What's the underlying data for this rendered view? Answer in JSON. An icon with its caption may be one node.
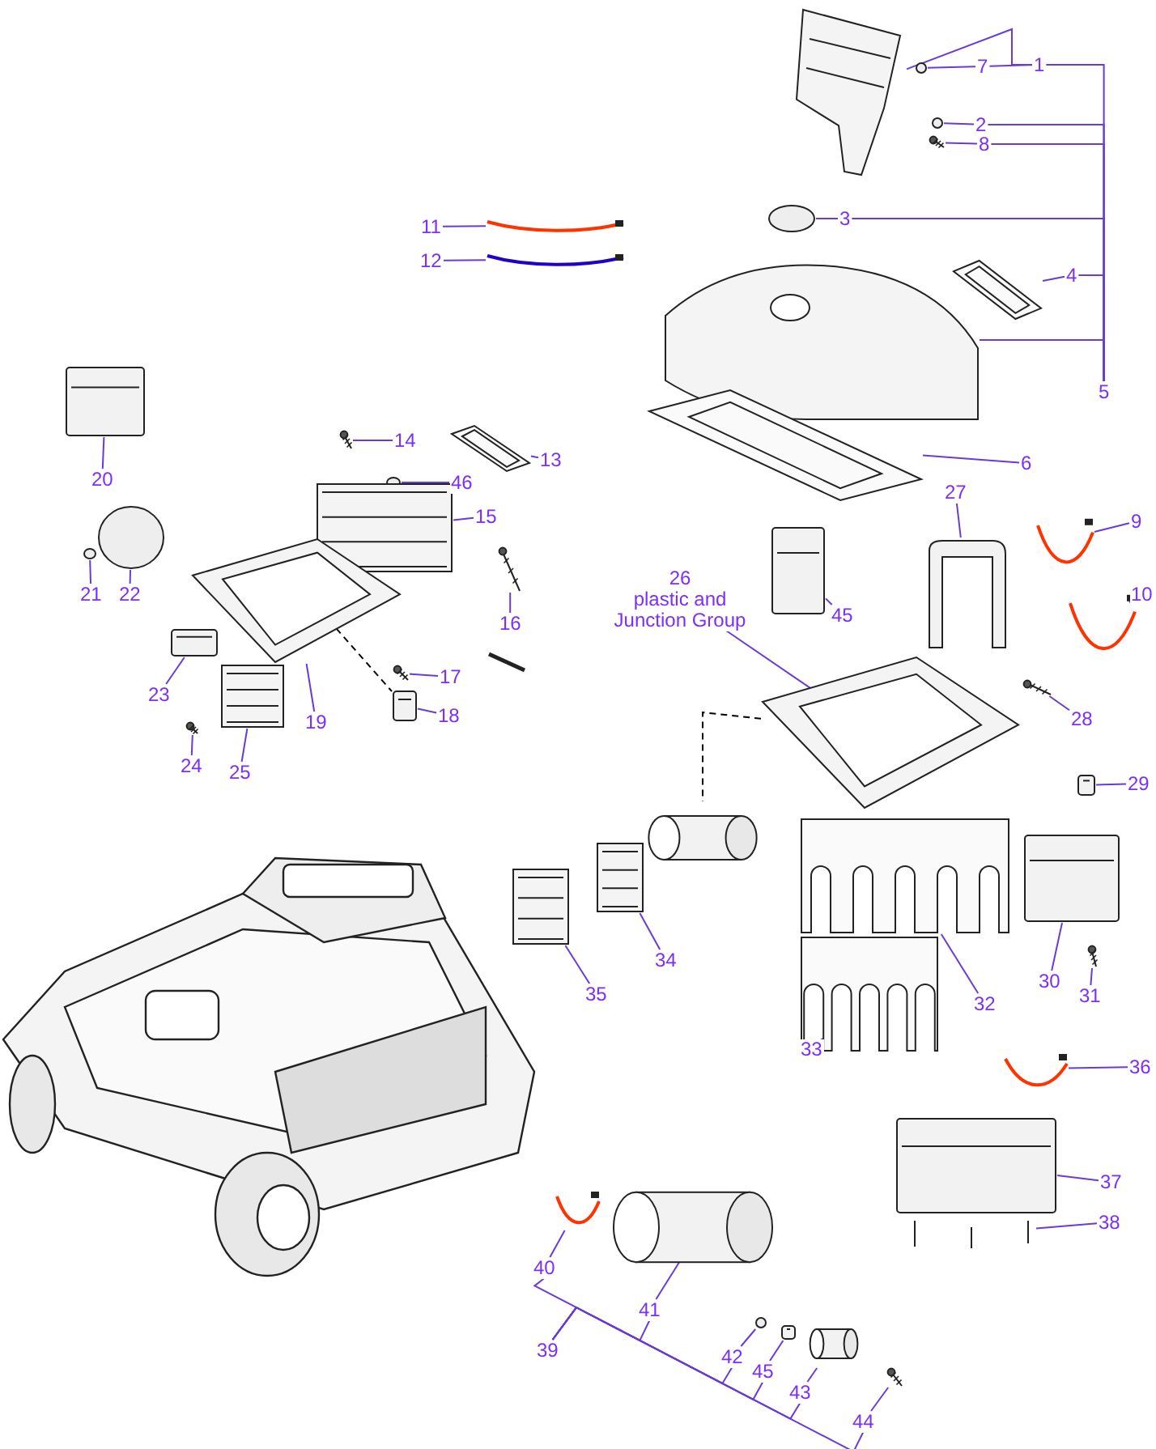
{
  "diagram": {
    "nodes": [
      {
        "text": [
          "1"
        ]
      },
      {
        "text": [],
        "shape": "picture"
      },
      {
        "text": [
          "7"
        ]
      },
      {
        "text": [],
        "shape": "circle"
      },
      {
        "text": [
          "2"
        ]
      },
      {
        "text": [],
        "shape": "circle"
      },
      {
        "text": [
          "8"
        ]
      },
      {
        "text": [],
        "shape": "picture"
      },
      {
        "text": [
          "3"
        ]
      },
      {
        "text": [],
        "shape": "circle"
      },
      {
        "text": [
          "11"
        ]
      },
      {
        "text": [],
        "shape": "picture"
      },
      {
        "text": [
          "12"
        ]
      },
      {
        "text": [],
        "shape": "picture"
      },
      {
        "text": [
          "4"
        ]
      },
      {
        "text": [],
        "shape": "picture"
      },
      {
        "text": [
          "5"
        ]
      },
      {
        "text": [],
        "shape": "picture"
      },
      {
        "text": [
          "6"
        ]
      },
      {
        "text": [],
        "shape": "picture"
      },
      {
        "text": [
          "20"
        ]
      },
      {
        "text": [],
        "shape": "box"
      },
      {
        "text": [
          "14"
        ]
      },
      {
        "text": [],
        "shape": "picture"
      },
      {
        "text": [
          "13"
        ]
      },
      {
        "text": [],
        "shape": "picture"
      },
      {
        "text": [
          "46"
        ]
      },
      {
        "text": [],
        "shape": "circle"
      },
      {
        "text": [
          "15"
        ]
      },
      {
        "text": [],
        "shape": "picture"
      },
      {
        "text": [
          "16"
        ]
      },
      {
        "text": [],
        "shape": "picture"
      },
      {
        "text": [
          "21"
        ]
      },
      {
        "text": [],
        "shape": "circle"
      },
      {
        "text": [
          "22"
        ]
      },
      {
        "text": [],
        "shape": "circle"
      },
      {
        "text": [
          "23"
        ]
      },
      {
        "text": [],
        "shape": "box"
      },
      {
        "text": [
          "19"
        ]
      },
      {
        "text": [],
        "shape": "picture"
      },
      {
        "text": [
          "17"
        ]
      },
      {
        "text": [],
        "shape": "picture"
      },
      {
        "text": [
          "18"
        ]
      },
      {
        "text": [],
        "shape": "box"
      },
      {
        "text": [
          "24"
        ]
      },
      {
        "text": [],
        "shape": "picture"
      },
      {
        "text": [
          "25"
        ]
      },
      {
        "text": [],
        "shape": "picture"
      },
      {
        "text": [
          "27"
        ]
      },
      {
        "text": [],
        "shape": "picture"
      },
      {
        "text": [
          "9"
        ]
      },
      {
        "text": [],
        "shape": "picture"
      },
      {
        "text": [
          "10"
        ]
      },
      {
        "text": [],
        "shape": "picture"
      },
      {
        "text": [
          "26",
          "plastic and Junction Group"
        ]
      },
      {
        "text": [],
        "shape": "picture"
      },
      {
        "text": [
          "45"
        ]
      },
      {
        "text": [],
        "shape": "box"
      },
      {
        "text": [
          "28"
        ]
      },
      {
        "text": [],
        "shape": "picture"
      },
      {
        "text": [],
        "shape": "cylinder"
      },
      {
        "text": [
          "29"
        ]
      },
      {
        "text": [],
        "shape": "box"
      },
      {
        "text": [
          "35"
        ]
      },
      {
        "text": [],
        "shape": "picture"
      },
      {
        "text": [
          "34"
        ]
      },
      {
        "text": [],
        "shape": "picture"
      },
      {
        "text": [
          "30"
        ]
      },
      {
        "text": [],
        "shape": "box"
      },
      {
        "text": [
          "31"
        ]
      },
      {
        "text": [],
        "shape": "picture"
      },
      {
        "text": [
          "32"
        ]
      },
      {
        "text": [],
        "shape": "picture"
      },
      {
        "text": [
          "33"
        ]
      },
      {
        "text": [],
        "shape": "picture"
      },
      {
        "text": [
          "36"
        ]
      },
      {
        "text": [],
        "shape": "picture"
      },
      {
        "text": [
          "37"
        ]
      },
      {
        "text": [],
        "shape": "box"
      },
      {
        "text": [
          "38"
        ]
      },
      {
        "text": [],
        "shape": "picture"
      },
      {
        "text": [
          "40"
        ]
      },
      {
        "text": [],
        "shape": "picture"
      },
      {
        "text": [
          "41"
        ]
      },
      {
        "text": [],
        "shape": "cylinder"
      },
      {
        "text": [
          "39"
        ]
      },
      {
        "text": [
          "42"
        ]
      },
      {
        "text": [],
        "shape": "circle"
      },
      {
        "text": [
          "45"
        ]
      },
      {
        "text": [],
        "shape": "box"
      },
      {
        "text": [
          "43"
        ]
      },
      {
        "text": [],
        "shape": "cylinder"
      },
      {
        "text": [
          "44"
        ]
      },
      {
        "text": [],
        "shape": "picture"
      }
    ],
    "edges": [
      {
        "from": 0,
        "to": 1,
        "arrow": "none"
      },
      {
        "from": 0,
        "to": 2,
        "arrow": "none"
      },
      {
        "from": 2,
        "to": 3,
        "arrow": "none"
      },
      {
        "from": 4,
        "to": 5,
        "arrow": "none"
      },
      {
        "from": 6,
        "to": 7,
        "arrow": "none"
      },
      {
        "from": 8,
        "to": 9,
        "arrow": "none"
      },
      {
        "from": 10,
        "to": 11,
        "arrow": "none"
      },
      {
        "from": 12,
        "to": 13,
        "arrow": "none"
      },
      {
        "from": 14,
        "to": 15,
        "arrow": "none"
      },
      {
        "from": 16,
        "to": 0,
        "arrow": "none"
      },
      {
        "from": 16,
        "to": 4,
        "arrow": "none"
      },
      {
        "from": 16,
        "to": 6,
        "arrow": "none"
      },
      {
        "from": 16,
        "to": 8,
        "arrow": "none"
      },
      {
        "from": 16,
        "to": 14,
        "arrow": "none"
      },
      {
        "from": 16,
        "to": 17,
        "arrow": "none"
      },
      {
        "from": 18,
        "to": 19,
        "arrow": "none"
      },
      {
        "from": 20,
        "to": 21,
        "arrow": "none"
      },
      {
        "from": 22,
        "to": 23,
        "arrow": "none"
      },
      {
        "from": 24,
        "to": 25,
        "arrow": "none"
      },
      {
        "from": 26,
        "to": 27,
        "arrow": "none"
      },
      {
        "from": 28,
        "to": 29,
        "arrow": "none"
      },
      {
        "from": 30,
        "to": 31,
        "arrow": "none"
      },
      {
        "from": 32,
        "to": 33,
        "arrow": "none"
      },
      {
        "from": 34,
        "to": 35,
        "arrow": "none"
      },
      {
        "from": 36,
        "to": 37,
        "arrow": "none"
      },
      {
        "from": 38,
        "to": 39,
        "arrow": "none"
      },
      {
        "from": 40,
        "to": 41,
        "arrow": "none"
      },
      {
        "from": 42,
        "to": 43,
        "arrow": "none"
      },
      {
        "from": 39,
        "to": 43,
        "arrow": "none",
        "style": "dashed",
        "color": "#000000"
      },
      {
        "from": 44,
        "to": 45,
        "arrow": "none"
      },
      {
        "from": 46,
        "to": 47,
        "arrow": "none"
      },
      {
        "from": 48,
        "to": 49,
        "arrow": "none"
      },
      {
        "from": 50,
        "to": 51,
        "arrow": "none"
      },
      {
        "from": 52,
        "to": 53,
        "arrow": "none"
      },
      {
        "from": 54,
        "to": 55,
        "arrow": "none"
      },
      {
        "from": 55,
        "to": 60,
        "arrow": "none",
        "style": "dashed",
        "color": "#000000"
      },
      {
        "from": 56,
        "to": 57,
        "arrow": "none"
      },
      {
        "from": 58,
        "to": 59,
        "arrow": "none"
      },
      {
        "from": 61,
        "to": 62,
        "arrow": "none"
      },
      {
        "from": 63,
        "to": 64,
        "arrow": "none"
      },
      {
        "from": 65,
        "to": 66,
        "arrow": "none"
      },
      {
        "from": 67,
        "to": 68,
        "arrow": "none"
      },
      {
        "from": 69,
        "to": 70,
        "arrow": "none"
      },
      {
        "from": 71,
        "to": 72,
        "arrow": "none"
      },
      {
        "from": 73,
        "to": 74,
        "arrow": "none"
      },
      {
        "from": 75,
        "to": 76,
        "arrow": "none"
      },
      {
        "from": 77,
        "to": 78,
        "arrow": "none"
      },
      {
        "from": 79,
        "to": 80,
        "arrow": "none"
      },
      {
        "from": 81,
        "to": 82,
        "arrow": "none"
      },
      {
        "from": 83,
        "to": 84,
        "arrow": "none"
      },
      {
        "from": 85,
        "to": 81,
        "arrow": "none"
      },
      {
        "from": 85,
        "to": 83,
        "arrow": "none"
      },
      {
        "from": 85,
        "to": 86,
        "arrow": "none"
      },
      {
        "from": 85,
        "to": 88,
        "arrow": "none"
      },
      {
        "from": 85,
        "to": 90,
        "arrow": "none"
      },
      {
        "from": 85,
        "to": 92,
        "arrow": "none"
      },
      {
        "from": 86,
        "to": 87,
        "arrow": "none"
      },
      {
        "from": 88,
        "to": 89,
        "arrow": "none"
      },
      {
        "from": 90,
        "to": 91,
        "arrow": "none"
      },
      {
        "from": 92,
        "to": 93,
        "arrow": "none"
      }
    ]
  }
}
